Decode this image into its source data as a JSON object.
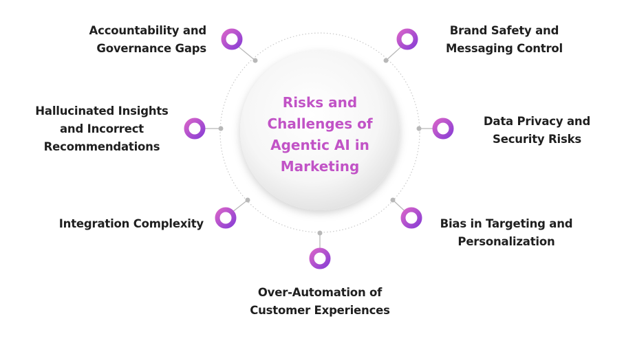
{
  "center": {
    "title": "Risks and\nChallenges of\nAgentic AI in\nMarketing"
  },
  "items": [
    {
      "label": "Accountability and\nGovernance Gaps"
    },
    {
      "label": "Brand Safety and\nMessaging Control"
    },
    {
      "label": "Hallucinated Insights\nand Incorrect\nRecommendations"
    },
    {
      "label": "Data Privacy and\nSecurity Risks"
    },
    {
      "label": "Integration Complexity"
    },
    {
      "label": "Bias in Targeting and\nPersonalization"
    },
    {
      "label": "Over-Automation of\nCustomer Experiences"
    }
  ],
  "colors": {
    "accent_start": "#c95bd0",
    "accent_end": "#8a3fd0",
    "title": "#c153c6",
    "connector": "#b8b8b8"
  }
}
